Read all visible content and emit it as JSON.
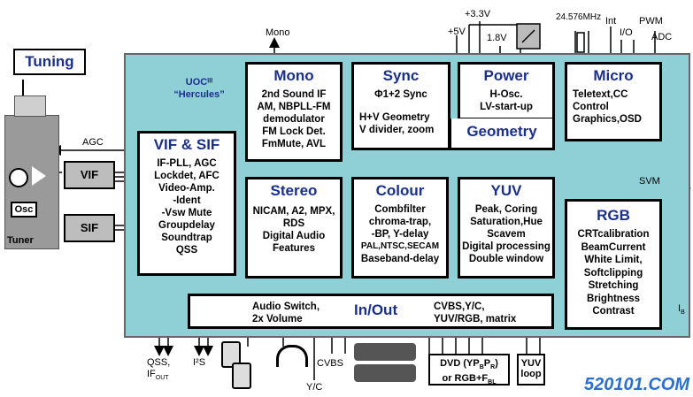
{
  "tuning": "Tuning",
  "tuner": {
    "label": "Tuner",
    "osc": "Osc",
    "vif": "VIF",
    "sif": "SIF"
  },
  "chip": {
    "line1": "UOCᴵᴵᴵ",
    "line2": "“Hercules”"
  },
  "top_labels": {
    "mono": "Mono",
    "v33": "+3.3V",
    "v5": "+5V",
    "v18": "1.8V",
    "freq": "24.576MHz",
    "int": "Int",
    "io": "I/O",
    "pwm": "PWM",
    "adc": "ADC"
  },
  "side_labels": {
    "agc": "AGC",
    "svm": "SVM",
    "ib": "I",
    "ib_sub": "B"
  },
  "blocks": {
    "mono": {
      "title": "Mono",
      "lines": [
        "2nd Sound IF",
        "AM, NBPLL-FM",
        "demodulator",
        "FM Lock Det.",
        "FmMute, AVL"
      ]
    },
    "sync": {
      "title": "Sync",
      "lines": [
        "Φ1+2 Sync",
        "H+V Geometry",
        "V divider, zoom"
      ]
    },
    "power": {
      "title": "Power",
      "lines": [
        "H-Osc.",
        "LV-start-up"
      ]
    },
    "geometry": {
      "title": "Geometry"
    },
    "micro": {
      "title": "Micro",
      "lines": [
        "Teletext,CC",
        "Control",
        "Graphics,OSD"
      ]
    },
    "vif_sif": {
      "title": "VIF & SIF",
      "lines": [
        "IF-PLL, AGC",
        "Lockdet, AFC",
        "Video-Amp.",
        "-Ident",
        "-Vsw Mute",
        "Groupdelay",
        "Soundtrap",
        "QSS"
      ]
    },
    "stereo": {
      "title": "Stereo",
      "lines": [
        "NICAM, A2, MPX,",
        "RDS",
        "Digital Audio",
        "Features"
      ]
    },
    "colour": {
      "title": "Colour",
      "lines": [
        "Combfilter",
        "chroma-trap,",
        "-BP, Y-delay",
        "PAL,NTSC,SECAM",
        "Baseband-delay"
      ]
    },
    "yuv": {
      "title": "YUV",
      "lines": [
        "Peak, Coring",
        "Saturation,Hue",
        "Scavem",
        "Digital processing",
        "Double window"
      ]
    },
    "rgb": {
      "title": "RGB",
      "lines": [
        "CRTcalibration",
        "BeamCurrent",
        "White Limit,",
        "Softclipping",
        "Stretching",
        "Brightness",
        "Contrast"
      ]
    },
    "inout": {
      "title": "In/Out",
      "left": [
        "Audio Switch,",
        "2x Volume"
      ],
      "right": [
        "CVBS,Y/C,",
        "YUV/RGB, matrix"
      ]
    }
  },
  "bottom_labels": {
    "qss": "QSS,",
    "ifout": "IF",
    "ifout_sub": "OUT",
    "i2s": "I²S",
    "cvbs": "CVBS",
    "yc": "Y/C",
    "dvd1": "DVD (YP",
    "dvd1_sub1": "B",
    "dvd1_p": "P",
    "dvd1_sub2": "R",
    "dvd1_end": ")",
    "dvd2": "or RGB+F",
    "dvd2_sub": "BL",
    "yuv_loop1": "YUV",
    "yuv_loop2": "loop"
  },
  "watermark": "520101.COM"
}
